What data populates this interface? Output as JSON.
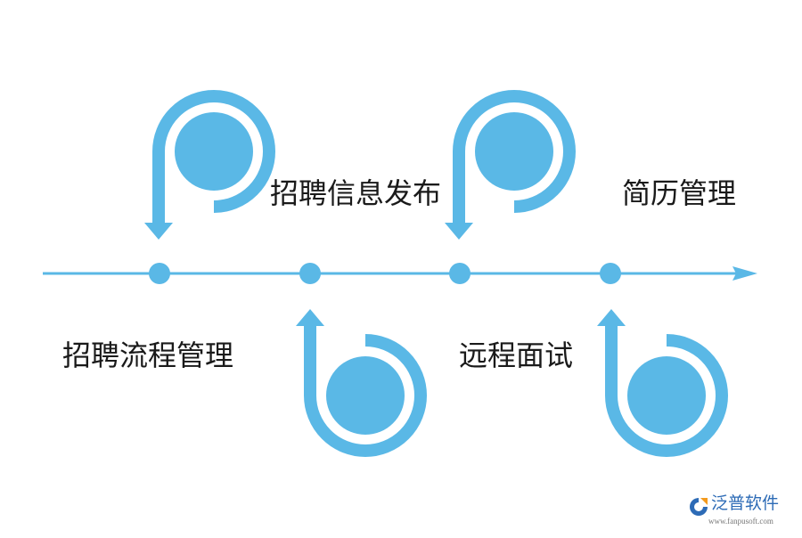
{
  "colors": {
    "accent": "#5ab8e6",
    "text": "#1a1a1a",
    "logo_text": "#2d6bb6",
    "logo_orange": "#f39a1e"
  },
  "steps": [
    {
      "label": "招聘流程管理"
    },
    {
      "label": "招聘信息发布"
    },
    {
      "label": "远程面试"
    },
    {
      "label": "简历管理"
    }
  ],
  "logo": {
    "name": "泛普软件",
    "url": "www.fanpusoft.com"
  }
}
